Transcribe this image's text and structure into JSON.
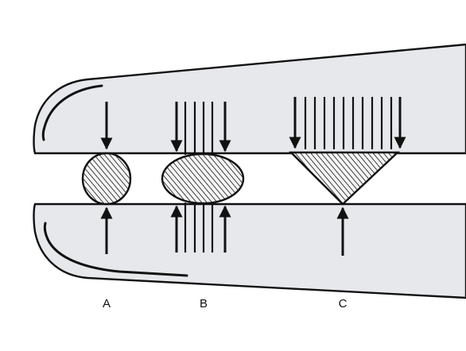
{
  "diagram": {
    "labels": {
      "a": "A",
      "b": "B",
      "c": "C"
    },
    "colors": {
      "background": "#ffffff",
      "jaw_fill": "#e6e8eb",
      "outline": "#111111",
      "object_fill": "#f4f4f4"
    },
    "icons": {
      "compression_arrow": "arrow-icon",
      "force_line": "force-line-icon"
    }
  }
}
